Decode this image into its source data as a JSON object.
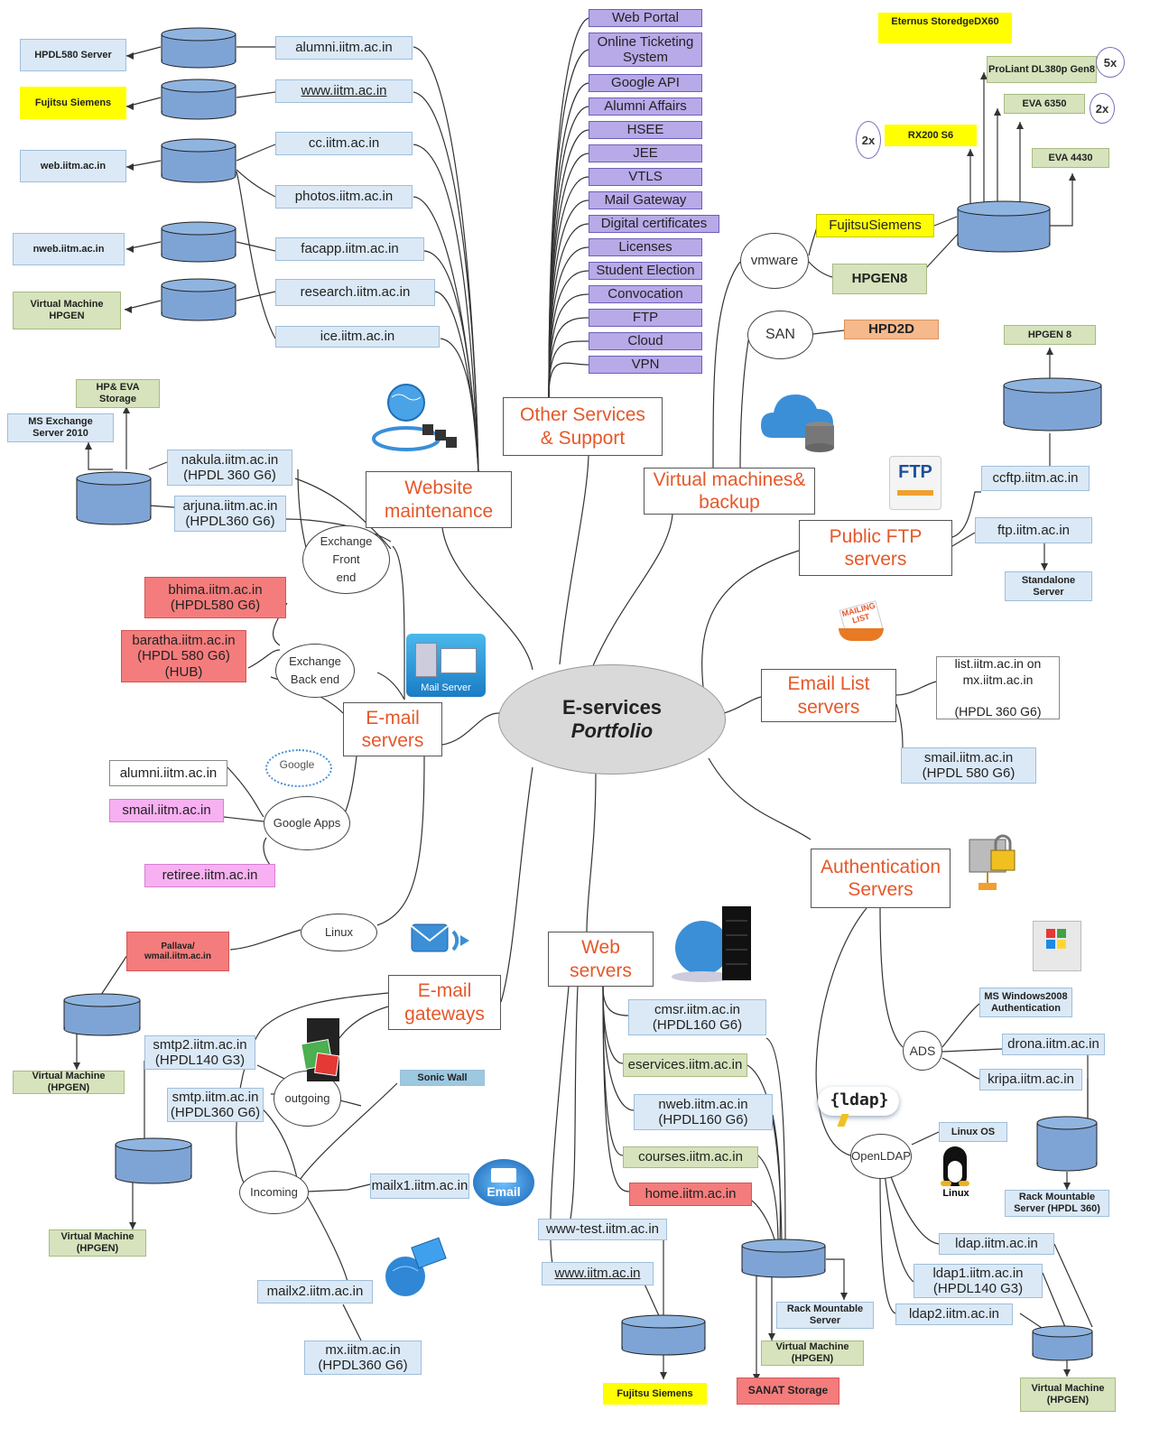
{
  "center": {
    "line1": "E-services",
    "line2": "Portfolio"
  },
  "categories": {
    "website": "Website\nmaintenance",
    "other": "Other Services\n& Support",
    "vm": "Virtual machines&\nbackup",
    "ftp": "Public FTP\nservers",
    "emaillist": "Email List\nservers",
    "auth": "Authentication\nServers",
    "web": "Web\nservers",
    "gateways": "E-mail\ngateways",
    "email": "E-mail\nservers"
  },
  "website": {
    "sites": [
      "alumni.iitm.ac.in",
      "www.iitm.ac.in",
      "cc.iitm.ac.in",
      "photos.iitm.ac.in",
      "facapp.iitm.ac.in",
      "research.iitm.ac.in",
      "ice.iitm.ac.in"
    ],
    "servers": [
      "HPDL580  Server",
      "Fujitsu  Siemens",
      "web.iitm.ac.in",
      "nweb.iitm.ac.in",
      "Virtual Machine\nHPGEN"
    ]
  },
  "other_services": [
    "Web Portal",
    "Online Ticketing\nSystem",
    "Google API",
    "Alumni Affairs",
    "HSEE",
    "JEE",
    "VTLS",
    "Mail  Gateway",
    "Digital certificates",
    "Licenses",
    "Student Election",
    "Convocation",
    "FTP",
    "Cloud",
    "VPN"
  ],
  "vm": {
    "storage": [
      "Eternus  StoredgeDX60",
      "ProLiant DL380p  Gen8",
      "EVA   6350",
      "RX200  S6",
      "EVA   4430"
    ],
    "multipliers": [
      "5x",
      "2x",
      "2x"
    ],
    "vmware": "vmware",
    "fujitsu": "FujitsuSiemens",
    "hpgen8": "HPGEN8",
    "san": "SAN",
    "hpd2d": "HPD2D"
  },
  "ftp": {
    "hpgen": "HPGEN 8",
    "ccftp": "ccftp.iitm.ac.in",
    "ftp": "ftp.iitm.ac.in",
    "standalone": "Standalone\nServer",
    "icon_label": "FTP"
  },
  "emaillist": {
    "list": "list.iitm.ac.in on\nmx.iitm.ac.in\n\n(HPDL 360 G6)",
    "smail": "smail.iitm.ac.in\n(HPDL 580 G6)",
    "icon_label": "MAILING\nLIST"
  },
  "auth": {
    "ads": "ADS",
    "ms": "MS Windows2008\nAuthentication",
    "drona": "drona.iitm.ac.in",
    "kripa": "kripa.iitm.ac.in",
    "rack": "Rack Mountable\nServer (HPDL  360)",
    "openldap": "OpenLDAP",
    "linuxos": "Linux OS",
    "linux_label": "Linux",
    "ldap_logo": "{ldap}",
    "ldap": "ldap.iitm.ac.in",
    "ldap1": "ldap1.iitm.ac.in\n(HPDL140 G3)",
    "ldap2": "ldap2.iitm.ac.in",
    "vm": "Virtual Machine\n(HPGEN)"
  },
  "web": {
    "cmsr": "cmsr.iitm.ac.in\n(HPDL160 G6)",
    "eservices": "eservices.iitm.ac.in",
    "nweb": "nweb.iitm.ac.in\n(HPDL160 G6)",
    "courses": "courses.iitm.ac.in",
    "home": "home.iitm.ac.in",
    "wwwtest": "www-test.iitm.ac.in",
    "www": "www.iitm.ac.in",
    "fujitsu": "Fujitsu   Siemens",
    "rack": "Rack Mountable\nServer",
    "vm": "Virtual Machine\n(HPGEN)",
    "sanat": "SANAT  Storage"
  },
  "gateways": {
    "pallava": "Pallava/\nwmail.iitm.ac.in",
    "vm1": "Virtual Machine\n(HPGEN)",
    "smtp2": "smtp2.iitm.ac.in\n(HPDL140 G3)",
    "smtp": "smtp.iitm.ac.in\n(HPDL360 G6)",
    "outgoing": "outgoing",
    "sonicwall": "Sonic Wall",
    "vm2": "Virtual  Machine\n(HPGEN)",
    "incoming": "Incoming",
    "mailx1": "mailx1.iitm.ac.in",
    "mailx2": "mailx2.iitm.ac.in",
    "mx": "mx.iitm.ac.in\n(HPDL360 G6)",
    "email_icon": "Email"
  },
  "email": {
    "hp_eva": "HP& EVA\nStorage",
    "ms_exchange": "MS  Exchange\nServer 2010",
    "nakula": "nakula.iitm.ac.in\n(HPDL 360 G6)",
    "arjuna": "arjuna.iitm.ac.in\n(HPDL360 G6)",
    "exchange_front": "Exchange\nFront\nend",
    "bhima": "bhima.iitm.ac.in\n(HPDL580 G6)",
    "baratha": "baratha.iitm.ac.in\n(HPDL 580 G6)\n(HUB)",
    "exchange_back": "Exchange\nBack end",
    "mail_server_icon": "Mail Server",
    "alumni": "alumni.iitm.ac.in",
    "smail": "smail.iitm.ac.in",
    "retiree": "retiree.iitm.ac.in",
    "google_apps": "Google Apps",
    "google_icon": "Google",
    "linux": "Linux"
  }
}
